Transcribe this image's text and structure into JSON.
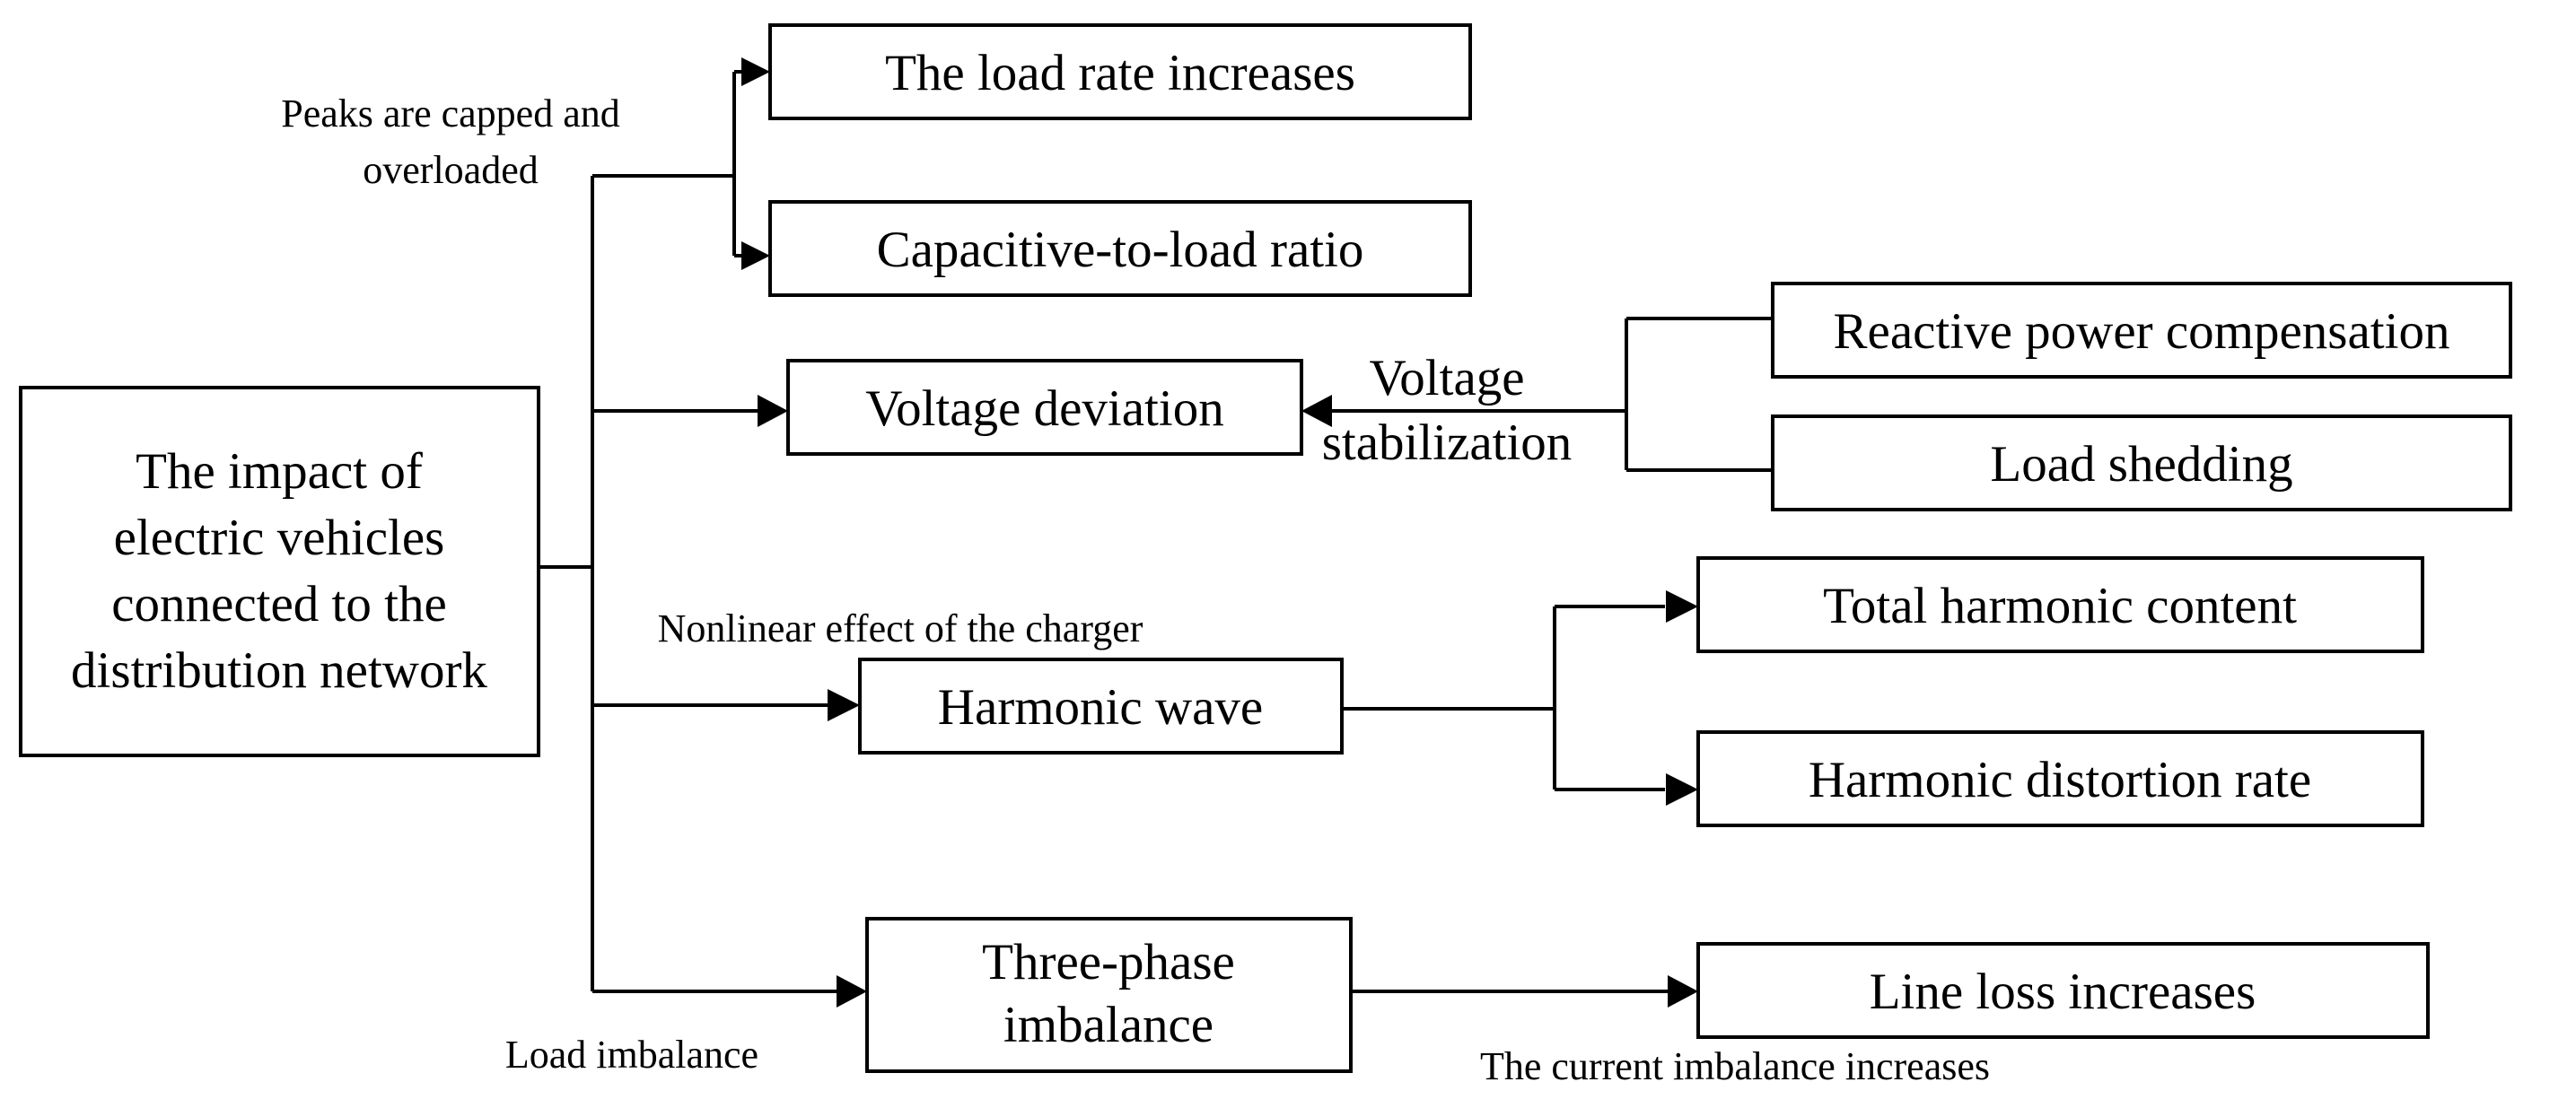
{
  "diagram": {
    "root": {
      "lines": [
        "The impact of",
        "electric vehicles",
        "connected to the",
        "distribution network"
      ]
    },
    "nodes": {
      "load_rate": "The load rate increases",
      "cap_ratio": "Capacitive-to-load ratio",
      "voltage_dev": "Voltage deviation",
      "reactive": "Reactive power compensation",
      "load_shed": "Load shedding",
      "harmonic": "Harmonic wave",
      "thd": "Total harmonic content",
      "hdr": "Harmonic distortion rate",
      "three_phase": [
        "Three-phase",
        "imbalance"
      ],
      "line_loss": "Line loss increases"
    },
    "edge_labels": {
      "peaks": [
        "Peaks are capped and",
        "overloaded"
      ],
      "voltage_stab": [
        "Voltage",
        "stabilization"
      ],
      "nonlinear": "Nonlinear effect of the charger",
      "load_imbalance": "Load imbalance",
      "current_imbalance": "The current imbalance increases"
    }
  }
}
